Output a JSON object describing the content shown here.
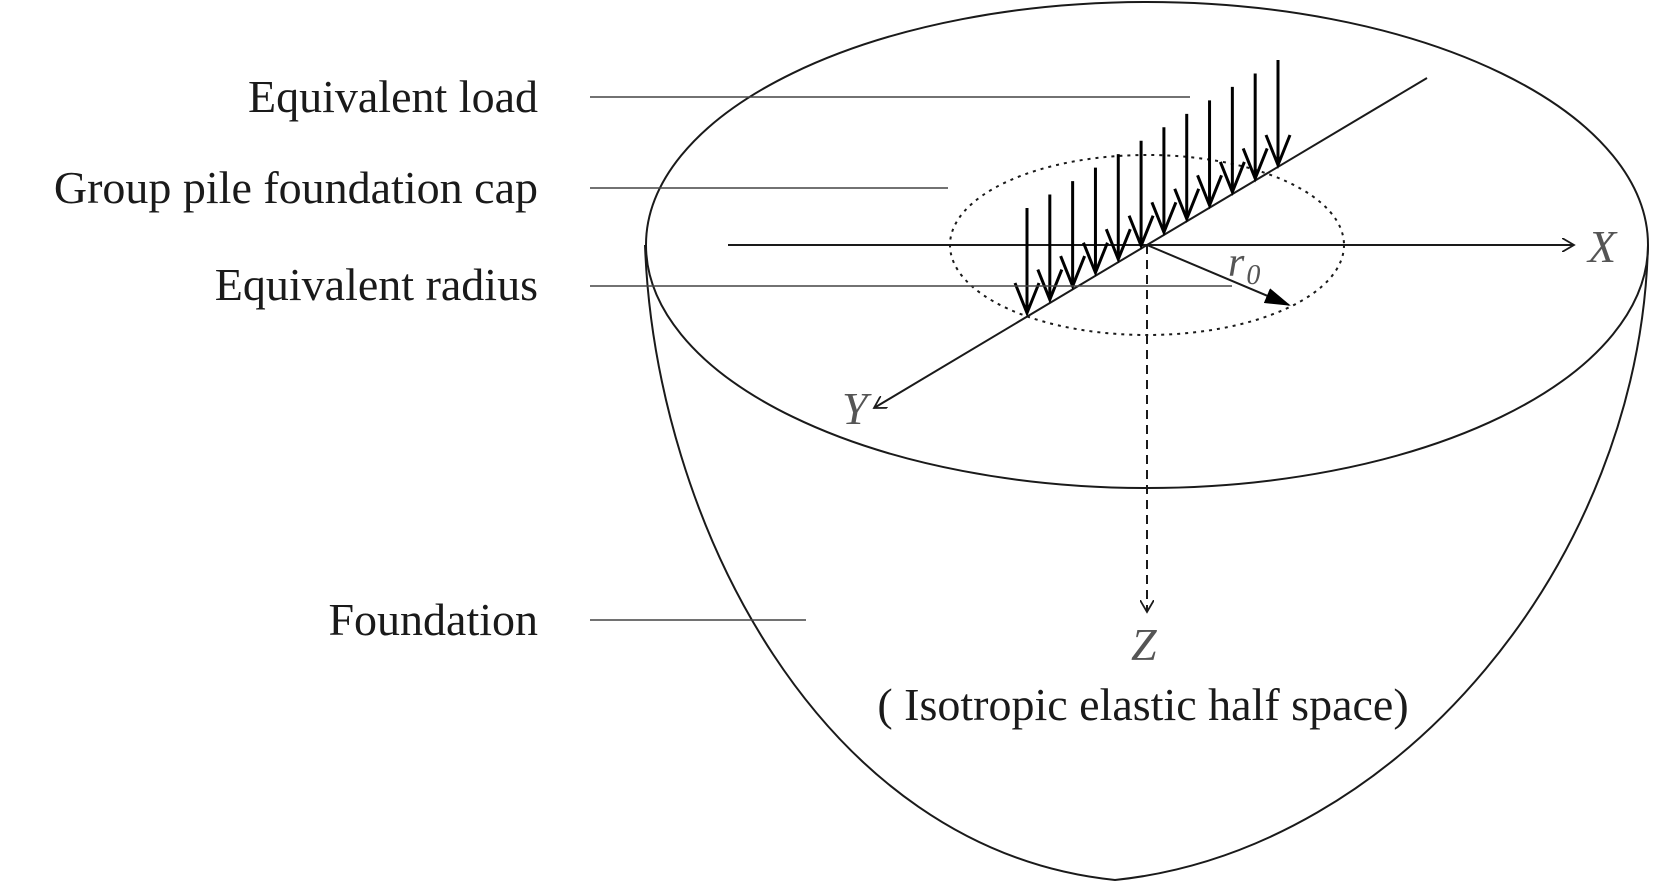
{
  "labels": {
    "equivalent_load": "Equivalent load",
    "group_pile_cap": "Group pile foundation cap",
    "equivalent_radius": "Equivalent radius",
    "foundation": "Foundation",
    "half_space": "( Isotropic elastic half space)"
  },
  "axes": {
    "x": "X",
    "y": "Y",
    "z": "Z",
    "radius_symbol": "r",
    "radius_subscript": "0"
  }
}
